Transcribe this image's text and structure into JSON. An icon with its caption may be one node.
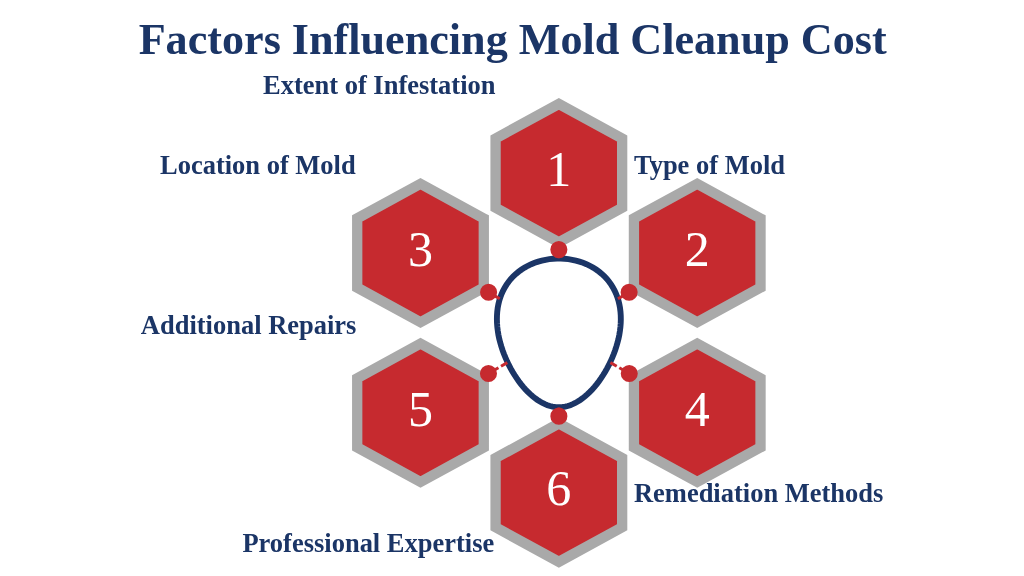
{
  "diagram": {
    "title": "Factors Influencing Mold Cleanup Cost",
    "nodes": [
      {
        "text": [],
        "shape": "picture"
      },
      {
        "text": [
          "1"
        ],
        "beside": [
          "Extent of Infestation"
        ]
      },
      {
        "text": [
          "2"
        ],
        "beside": [
          "Type of Mold"
        ]
      },
      {
        "text": [
          "3"
        ],
        "beside": [
          "Location of Mold"
        ]
      },
      {
        "text": [
          "4"
        ],
        "beside": [
          "Remediation Methods"
        ]
      },
      {
        "text": [
          "5"
        ],
        "beside": [
          "Additional Repairs"
        ]
      },
      {
        "text": [
          "6"
        ],
        "beside": [
          "Professional Expertise"
        ]
      }
    ],
    "edges": [
      {
        "from": 0,
        "to": 1,
        "arrow": "other",
        "style": "dashed"
      },
      {
        "from": 0,
        "to": 2,
        "arrow": "other",
        "style": "dashed"
      },
      {
        "from": 0,
        "to": 3,
        "arrow": "other",
        "style": "dashed"
      },
      {
        "from": 0,
        "to": 4,
        "arrow": "other",
        "style": "dashed"
      },
      {
        "from": 0,
        "to": 5,
        "arrow": "other",
        "style": "dashed"
      },
      {
        "from": 0,
        "to": 6,
        "arrow": "other",
        "style": "dashed"
      }
    ]
  }
}
